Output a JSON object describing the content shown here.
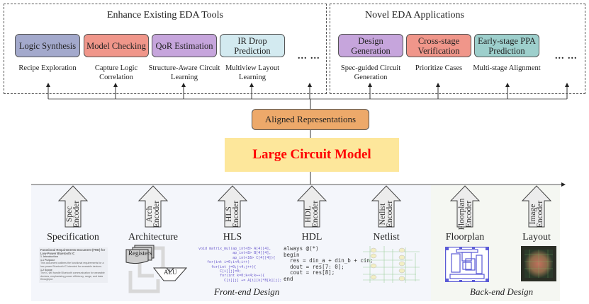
{
  "enhance": {
    "title": "Enhance Existing EDA Tools",
    "tasks": [
      {
        "label": "Logic Synthesis",
        "sub": "Recipe Exploration",
        "color": "#a3a9cc"
      },
      {
        "label": "Model Checking",
        "sub": "Capture Logic Correlation",
        "color": "#f0968a"
      },
      {
        "label": "QoR Estimation",
        "sub": "Structure-Aware Circuit Learning",
        "color": "#c6a5dc"
      },
      {
        "label": "IR Drop Prediction",
        "sub": "Multiview Layout Learning",
        "color": "#d3eaf0"
      }
    ],
    "more": "... ..."
  },
  "novel": {
    "title": "Novel EDA Applications",
    "tasks": [
      {
        "label": "Design Generation",
        "sub": "Spec-guided Circuit Generation",
        "color": "#c6a5dc"
      },
      {
        "label": "Cross-stage Verification",
        "sub": "Prioritize Cases",
        "color": "#f0968a"
      },
      {
        "label": "Early-stage PPA Prediction",
        "sub": "Multi-stage Alignment",
        "color": "#9dcfcc"
      }
    ],
    "more": "... ..."
  },
  "aligned": "Aligned Representations",
  "model": {
    "label": "Large Circuit Model",
    "color": "#ff0000"
  },
  "stages": [
    {
      "name": "Specification",
      "encoder": "Spec Encoder"
    },
    {
      "name": "Architecture",
      "encoder": "Arch Encoder"
    },
    {
      "name": "HLS",
      "encoder": "HLS Encoder"
    },
    {
      "name": "HDL",
      "encoder": "HDL Encoder"
    },
    {
      "name": "Netlist",
      "encoder": "Netlist Encoder"
    },
    {
      "name": "Floorplan",
      "encoder": "Floorplan Encoder"
    },
    {
      "name": "Layout",
      "encoder": "Image Encoder"
    }
  ],
  "sections": {
    "front": "Front-end Design",
    "back": "Back-end Design"
  },
  "spec_doc": {
    "title": "Functional Requirements Document (FRD) for Low-Power Bluetooth IC",
    "h1": "1. Introduction",
    "h2": "1.1 Purpose",
    "p1": "This document outlines the functional requirements for a low-power Bluetooth IC intended for wearable devices.",
    "h3": "1.2 Scope",
    "p2": "The IC will handle Bluetooth communication for wearable devices, emphasizing power efficiency, range, and data throughput."
  },
  "arch": {
    "registers": "Registers",
    "alu": "ALU"
  },
  "hls_code": "void matrix_mul(ap_int<8> A[4][4],\n                ap_int<8> B[4][4],\n                ap_int<16> C[4][4]){\n    for(int i=0;i<4;i++)\n      for(int j=0;j<4;j++){\n          C[i][j]=0;\n          for(int k=0;k<4;k++){\n            C[i][j] += A[i][k]*B[k][j];",
  "hdl_code": "always @(*)\nbegin\n  res = din_a + din_b + cin;\n  dout = res[7: 0];\n  cout = res[8];\nend"
}
